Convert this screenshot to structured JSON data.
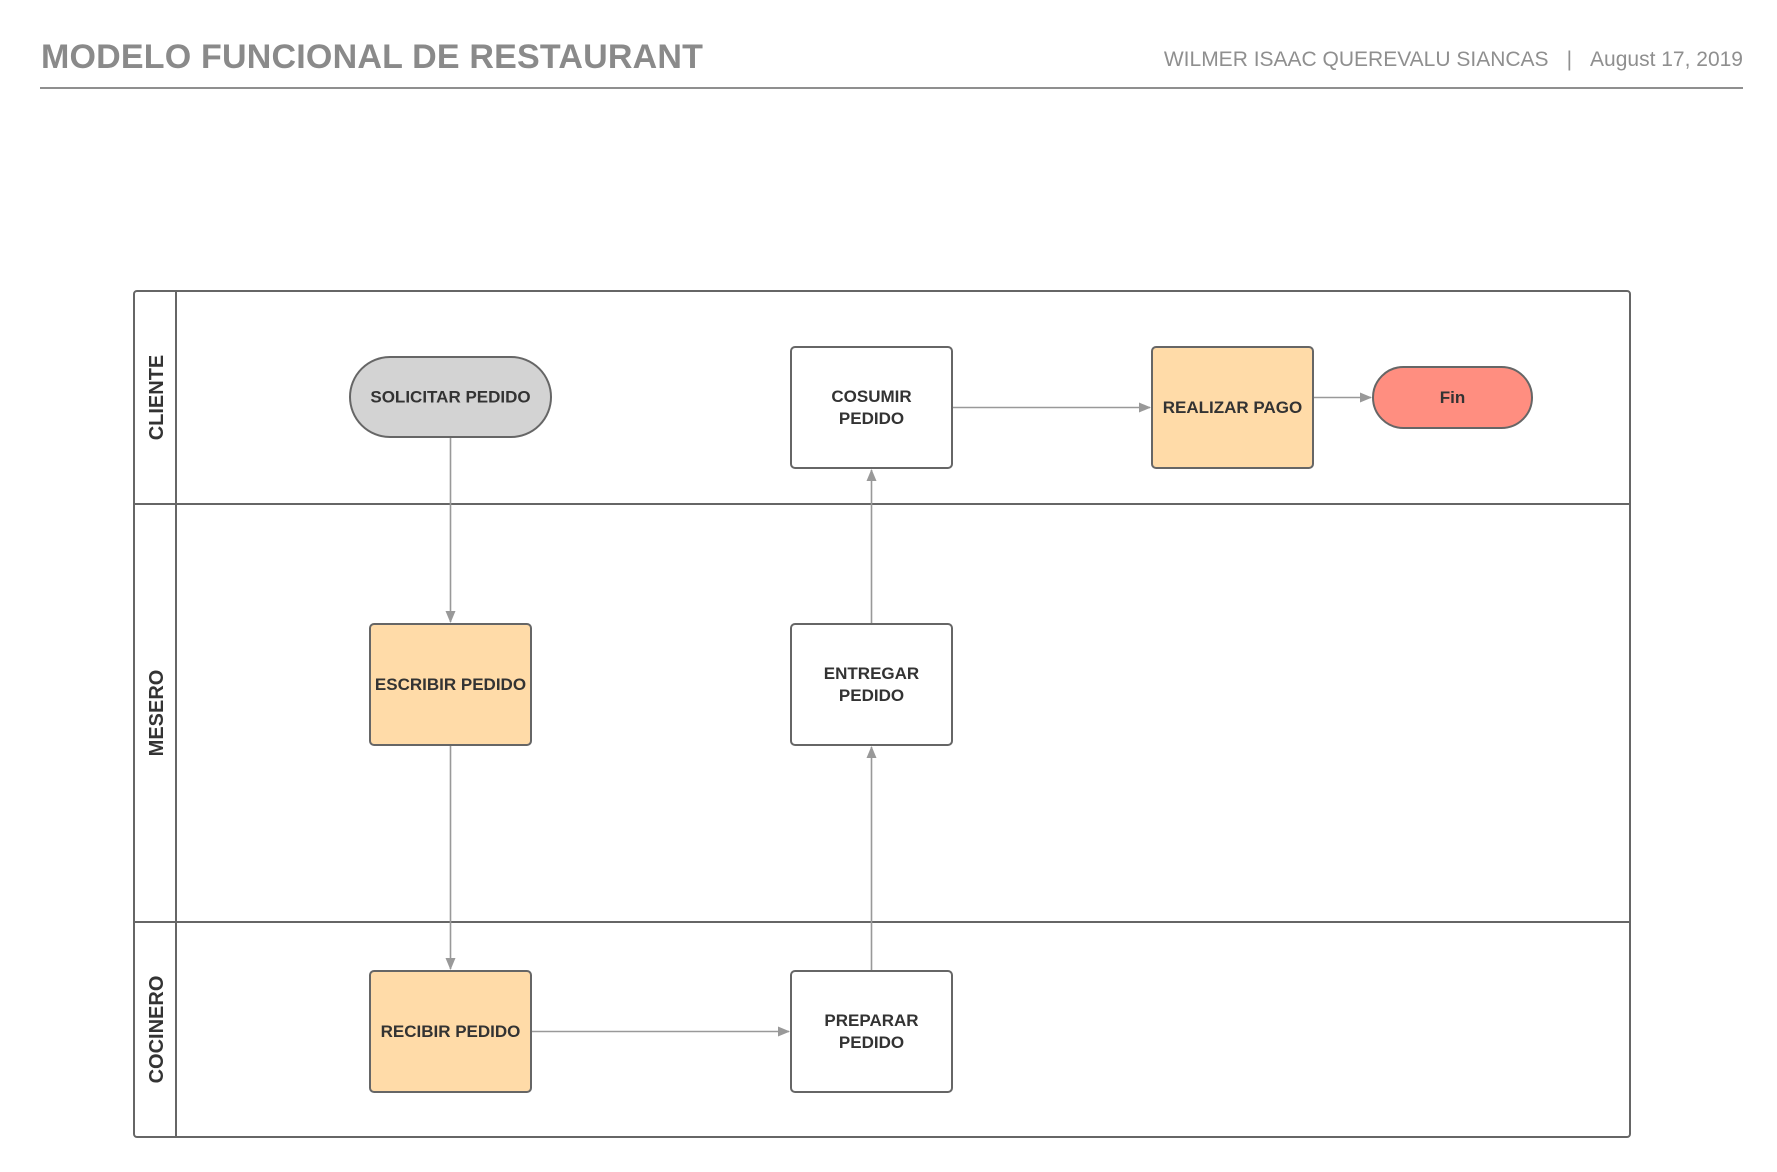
{
  "header": {
    "title": "MODELO FUNCIONAL DE RESTAURANT",
    "author": "WILMER ISAAC QUEREVALU SIANCAS",
    "separator": "|",
    "date": "August 17, 2019"
  },
  "lanes": [
    {
      "id": "cliente",
      "label": "CLIENTE"
    },
    {
      "id": "mesero",
      "label": "MESERO"
    },
    {
      "id": "cocinero",
      "label": "COCINERO"
    }
  ],
  "nodes": [
    {
      "id": "solicitar",
      "lines": [
        "SOLICITAR PEDIDO"
      ],
      "shape": "terminal",
      "fill": "#d3d3d3"
    },
    {
      "id": "cosumir",
      "lines": [
        "COSUMIR",
        "PEDIDO"
      ],
      "shape": "process",
      "fill": "#ffffff"
    },
    {
      "id": "realizar",
      "lines": [
        "REALIZAR PAGO"
      ],
      "shape": "process",
      "fill": "#ffdba8"
    },
    {
      "id": "fin",
      "lines": [
        "Fin"
      ],
      "shape": "terminal",
      "fill": "#ff8e80"
    },
    {
      "id": "escribir",
      "lines": [
        "ESCRIBIR PEDIDO"
      ],
      "shape": "process",
      "fill": "#ffdba8"
    },
    {
      "id": "entregar",
      "lines": [
        "ENTREGAR",
        "PEDIDO"
      ],
      "shape": "process",
      "fill": "#ffffff"
    },
    {
      "id": "recibir",
      "lines": [
        "RECIBIR PEDIDO"
      ],
      "shape": "process",
      "fill": "#ffdba8"
    },
    {
      "id": "preparar",
      "lines": [
        "PREPARAR",
        "PEDIDO"
      ],
      "shape": "process",
      "fill": "#ffffff"
    }
  ],
  "edges": [
    {
      "from": "solicitar",
      "to": "escribir"
    },
    {
      "from": "escribir",
      "to": "recibir"
    },
    {
      "from": "recibir",
      "to": "preparar"
    },
    {
      "from": "preparar",
      "to": "entregar"
    },
    {
      "from": "entregar",
      "to": "cosumir"
    },
    {
      "from": "cosumir",
      "to": "realizar"
    },
    {
      "from": "realizar",
      "to": "fin"
    }
  ],
  "colors": {
    "border": "#666666",
    "arrow": "#999999",
    "text": "#333333"
  }
}
